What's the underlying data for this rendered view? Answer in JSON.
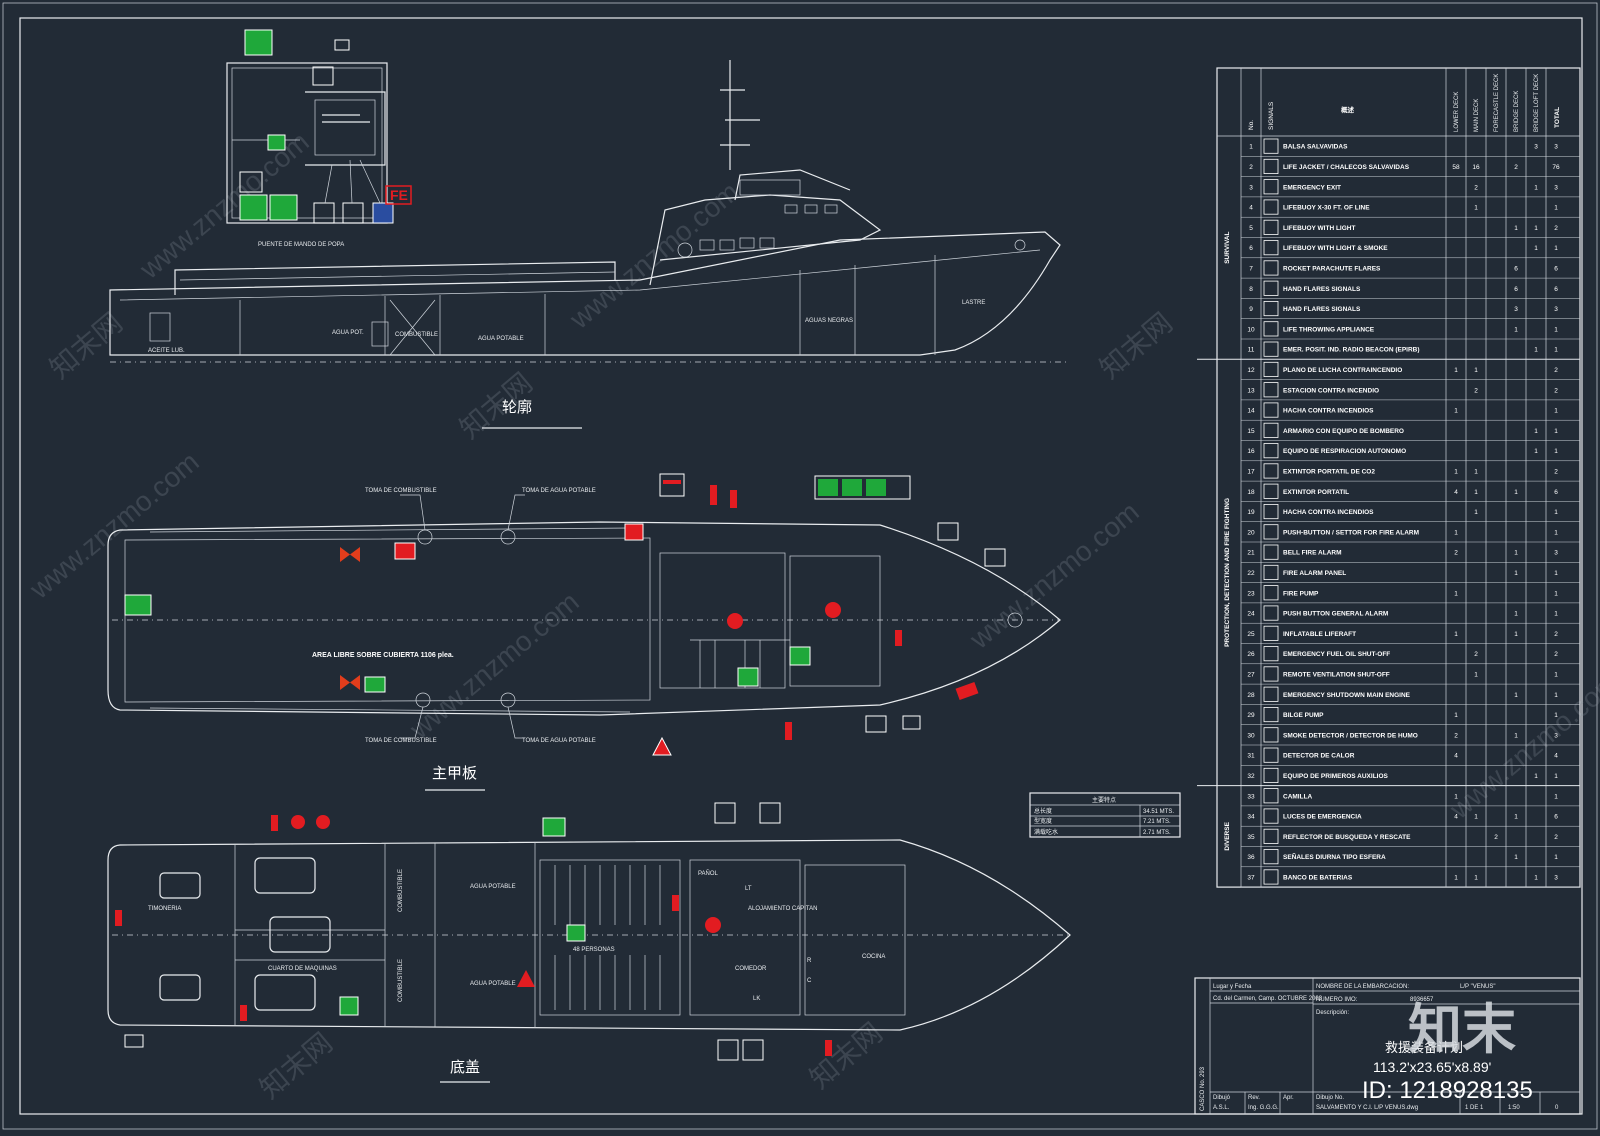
{
  "drawing": {
    "profile_caption": "轮廓",
    "main_deck_caption": "主甲板",
    "lower_deck_caption": "底盖",
    "bridge_label": "PUENTE DE MANDO DE POPA",
    "profile_labels": [
      "ACEITE LUB.",
      "AGUA POT.",
      "COMBUSTIBLE",
      "AGUA POTABLE",
      "AGUAS NEGRAS",
      "LASTRE"
    ],
    "deck_area_label": "AREA LIBRE SOBRE CUBIERTA 1106 plea.",
    "deck_callouts": [
      "TOMA DE COMBUSTIBLE",
      "TOMA DE AGUA POTABLE",
      "TOMA DE COMBUSTIBLE",
      "TOMA DE AGUA POTABLE"
    ],
    "lower_labels": [
      "COMBUSTIBLE",
      "AGUA POTABLE",
      "COMBUSTIBLE",
      "AGUA POTABLE",
      "TIMONERIA",
      "CUARTO DE MAQUINAS",
      "48 PERSONAS",
      "PAÑOL",
      "COCINA",
      "ALOJAMIENTO CAPITAN",
      "COMEDOR",
      "LT",
      "LK",
      "R",
      "C"
    ],
    "main_features": {
      "title": "主要特点",
      "rows": [
        {
          "k": "总长度",
          "v": "34.51 MTS."
        },
        {
          "k": "型宽度",
          "v": "7.21 MTS."
        },
        {
          "k": "满载吃水",
          "v": "2.71 MTS."
        }
      ]
    }
  },
  "legend": {
    "header": {
      "no": "No.",
      "signals": "SIGNALS",
      "desc": "概述",
      "cols": [
        "LOWER DECK",
        "MAIN DECK",
        "FORECASTLE DECK",
        "BRIDGE DECK",
        "BRIDGE LOFT DECK"
      ],
      "total": "TOTAL"
    },
    "groups": [
      "SURVIVAL",
      "PROTECTION, DETECTION AND FIRE FIGHTING",
      "DIVERSE"
    ],
    "rows": [
      {
        "no": "1",
        "desc": "BALSA SALVAVIDAS",
        "v": [
          "",
          "",
          "",
          "",
          "3"
        ],
        "t": "3"
      },
      {
        "no": "2",
        "desc": "LIFE JACKET / CHALECOS SALVAVIDAS",
        "v": [
          "58",
          "16",
          "",
          "2",
          ""
        ],
        "t": "76"
      },
      {
        "no": "3",
        "desc": "EMERGENCY EXIT",
        "v": [
          "",
          "2",
          "",
          "",
          "1"
        ],
        "t": "3"
      },
      {
        "no": "4",
        "desc": "LIFEBUOY X-30 FT. OF LINE",
        "v": [
          "",
          "1",
          "",
          "",
          ""
        ],
        "t": "1"
      },
      {
        "no": "5",
        "desc": "LIFEBUOY WITH LIGHT",
        "v": [
          "",
          "",
          "",
          "1",
          "1"
        ],
        "t": "2"
      },
      {
        "no": "6",
        "desc": "LIFEBUOY WITH LIGHT & SMOKE",
        "v": [
          "",
          "",
          "",
          "",
          "1"
        ],
        "t": "1"
      },
      {
        "no": "7",
        "desc": "ROCKET PARACHUTE FLARES",
        "v": [
          "",
          "",
          "",
          "6",
          ""
        ],
        "t": "6"
      },
      {
        "no": "8",
        "desc": "HAND FLARES SIGNALS",
        "v": [
          "",
          "",
          "",
          "6",
          ""
        ],
        "t": "6"
      },
      {
        "no": "9",
        "desc": "HAND FLARES SIGNALS",
        "v": [
          "",
          "",
          "",
          "3",
          ""
        ],
        "t": "3"
      },
      {
        "no": "10",
        "desc": "LIFE THROWING APPLIANCE",
        "v": [
          "",
          "",
          "",
          "1",
          ""
        ],
        "t": "1"
      },
      {
        "no": "11",
        "desc": "EMER. POSIT. IND. RADIO BEACON (EPIRB)",
        "v": [
          "",
          "",
          "",
          "",
          "1"
        ],
        "t": "1"
      },
      {
        "no": "12",
        "desc": "PLANO DE LUCHA CONTRAINCENDIO",
        "v": [
          "1",
          "1",
          "",
          "",
          ""
        ],
        "t": "2"
      },
      {
        "no": "13",
        "desc": "ESTACION CONTRA INCENDIO",
        "v": [
          "",
          "2",
          "",
          "",
          ""
        ],
        "t": "2"
      },
      {
        "no": "14",
        "desc": "HACHA CONTRA INCENDIOS",
        "v": [
          "1",
          "",
          "",
          "",
          ""
        ],
        "t": "1"
      },
      {
        "no": "15",
        "desc": "ARMARIO CON EQUIPO DE BOMBERO",
        "v": [
          "",
          "",
          "",
          "",
          "1"
        ],
        "t": "1"
      },
      {
        "no": "16",
        "desc": "EQUIPO DE RESPIRACION AUTONOMO",
        "v": [
          "",
          "",
          "",
          "",
          "1"
        ],
        "t": "1"
      },
      {
        "no": "17",
        "desc": "EXTINTOR PORTATIL DE CO2",
        "v": [
          "1",
          "1",
          "",
          "",
          ""
        ],
        "t": "2"
      },
      {
        "no": "18",
        "desc": "EXTINTOR PORTATIL",
        "v": [
          "4",
          "1",
          "",
          "1",
          ""
        ],
        "t": "6"
      },
      {
        "no": "19",
        "desc": "HACHA CONTRA INCENDIOS",
        "v": [
          "",
          "1",
          "",
          "",
          ""
        ],
        "t": "1"
      },
      {
        "no": "20",
        "desc": "PUSH-BUTTON / SETTOR FOR FIRE ALARM",
        "v": [
          "1",
          "",
          "",
          "",
          ""
        ],
        "t": "1"
      },
      {
        "no": "21",
        "desc": "BELL FIRE ALARM",
        "v": [
          "2",
          "",
          "",
          "1",
          ""
        ],
        "t": "3"
      },
      {
        "no": "22",
        "desc": "FIRE ALARM PANEL",
        "v": [
          "",
          "",
          "",
          "1",
          ""
        ],
        "t": "1"
      },
      {
        "no": "23",
        "desc": "FIRE PUMP",
        "v": [
          "1",
          "",
          "",
          "",
          ""
        ],
        "t": "1"
      },
      {
        "no": "24",
        "desc": "PUSH BUTTON GENERAL ALARM",
        "v": [
          "",
          "",
          "",
          "1",
          ""
        ],
        "t": "1"
      },
      {
        "no": "25",
        "desc": "INFLATABLE LIFERAFT",
        "v": [
          "1",
          "",
          "",
          "1",
          ""
        ],
        "t": "2"
      },
      {
        "no": "26",
        "desc": "EMERGENCY FUEL OIL SHUT-OFF",
        "v": [
          "",
          "2",
          "",
          "",
          ""
        ],
        "t": "2"
      },
      {
        "no": "27",
        "desc": "REMOTE VENTILATION SHUT-OFF",
        "v": [
          "",
          "1",
          "",
          "",
          ""
        ],
        "t": "1"
      },
      {
        "no": "28",
        "desc": "EMERGENCY SHUTDOWN MAIN ENGINE",
        "v": [
          "",
          "",
          "",
          "1",
          ""
        ],
        "t": "1"
      },
      {
        "no": "29",
        "desc": "BILGE PUMP",
        "v": [
          "1",
          "",
          "",
          "",
          ""
        ],
        "t": "1"
      },
      {
        "no": "30",
        "desc": "SMOKE DETECTOR / DETECTOR DE HUMO",
        "v": [
          "2",
          "",
          "",
          "1",
          ""
        ],
        "t": "3"
      },
      {
        "no": "31",
        "desc": "DETECTOR DE CALOR",
        "v": [
          "4",
          "",
          "",
          "",
          ""
        ],
        "t": "4"
      },
      {
        "no": "32",
        "desc": "EQUIPO DE PRIMEROS AUXILIOS",
        "v": [
          "",
          "",
          "",
          "",
          "1"
        ],
        "t": "1"
      },
      {
        "no": "33",
        "desc": "CAMILLA",
        "v": [
          "1",
          "",
          "",
          "",
          ""
        ],
        "t": "1"
      },
      {
        "no": "34",
        "desc": "LUCES DE EMERGENCIA",
        "v": [
          "4",
          "1",
          "",
          "1",
          ""
        ],
        "t": "6"
      },
      {
        "no": "35",
        "desc": "REFLECTOR DE BUSQUEDA Y RESCATE",
        "v": [
          "",
          "",
          "2",
          "",
          ""
        ],
        "t": "2"
      },
      {
        "no": "36",
        "desc": "SEÑALES DIURNA TIPO ESFERA",
        "v": [
          "",
          "",
          "",
          "1",
          ""
        ],
        "t": "1"
      },
      {
        "no": "37",
        "desc": "BANCO DE BATERIAS",
        "v": [
          "1",
          "1",
          "",
          "",
          "1"
        ],
        "t": "3"
      }
    ]
  },
  "title_block": {
    "lugar_label": "Lugar y Fecha",
    "lugar_value": "Cd. del Carmen, Camp. OCTUBRE 2003",
    "name_label": "NOMBRE DE LA EMBARCACION:",
    "name_value": "L/P \"VENUS\"",
    "imo_label": "NUMERO IMO:",
    "imo_value": "8936657",
    "desc_label": "Descripción:",
    "plan_title": "救援装备计划",
    "dimensions": "113.2'x23.65'x8.89'",
    "casco": "CASCO No. 293",
    "dibujo_label": "Dibujó",
    "dibujo_value": "A.S.L.",
    "rev_label": "Rev.",
    "rev_value": "Ing. G.G.G.",
    "apr_label": "Apr.",
    "dibujo_no_label": "Dibujo No.",
    "dibujo_no_value": "SALVAMENTO Y C.I. L/P VENUS.dwg",
    "scale": "1:50",
    "sheet": "1 DE 1",
    "rev_no": "0"
  },
  "watermark": {
    "site": "www.znzmo.com",
    "brand": "知末网",
    "logo": "知末",
    "id_label": "ID: 1218928135"
  },
  "colors": {
    "background": "#222b36",
    "line": "#e9ecef",
    "green_sign": "#1fa83a",
    "red_sign": "#e21c21"
  }
}
